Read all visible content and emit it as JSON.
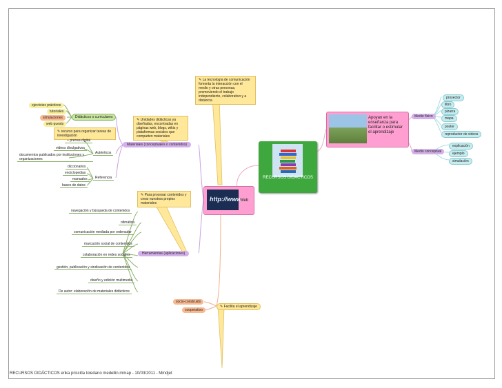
{
  "central": {
    "label": "RECURSOS DIDÁCTICOS"
  },
  "footer": "RECURSOS DIDÁCTICOS erika priscilla toledano medellin.mmap - 10/03/2011 - Mindjet",
  "right": {
    "apoyan": "Apoyan en la enseñanza para facilitar o estimular el aprendizaje",
    "medio_fisico": "Medio físico",
    "medio_fisico_items": [
      "proyector",
      "libro",
      "pizarra",
      "mapa",
      "poster",
      "reproductor de videos"
    ],
    "medio_conceptual": "Medio conceptual",
    "medio_conceptual_items": [
      "explicación",
      "ejemplo",
      "simulación"
    ]
  },
  "left": {
    "materiales": "Materiales (conceptuales o contenidos)",
    "unidades_callout": "Unidades didácticas ya diseñadas, encontradas en páginas web, blogs, wikis y plataformas sociales que comparten materiales",
    "didacticos": "Didácticos o curriculares",
    "didacticos_items": [
      "ejercicios prácticos",
      "tutoriales",
      "simulaciones",
      "web quests"
    ],
    "recurso_callout": "recurso para organizar tareas de investigación",
    "autenticos": "Auténticos",
    "autenticos_items": [
      "prensa digital",
      "videos divulgativos",
      "documentos publicados por instituciones y organizaciones"
    ],
    "referencia": "Referencia",
    "referencia_items": [
      "diccionarios",
      "enciclopedias",
      "manuales",
      "bases de datos"
    ],
    "herramientas": "Herramientas (aplicaciones)",
    "procesar_callout": "Para procesar contenidos y crear nuestros propios materiales",
    "herramientas_items": [
      "navegación y búsqueda de contenidos",
      "ofimática",
      "comunicación mediada por ordenador",
      "marcación social de contenidos",
      "colaboración en redes sociales",
      "gestión, publicación y sindicación de contenidos",
      "diseño y edición multimedia",
      "De autor: elaboración de materiales didácticos"
    ],
    "tecnologia_callout": "La tecnología de comunicación fomenta la interacción con el medio y otras personas, promoviendo el trabajo independiente, colaborativo y a distancia"
  },
  "web": {
    "label": "Web",
    "image_text": "http://www"
  },
  "bottom": {
    "facilita": "Facilita el aprendizaje",
    "items": [
      "socio-construido",
      "cooperativo"
    ]
  },
  "colors": {
    "central": "#3ea83e",
    "pink": "#ff9fd1",
    "purple": "#d4b0ea",
    "teal": "#c6ecef",
    "yellow": "#ffe89a",
    "green": "#c8e6a0",
    "orange": "#f8b890"
  }
}
